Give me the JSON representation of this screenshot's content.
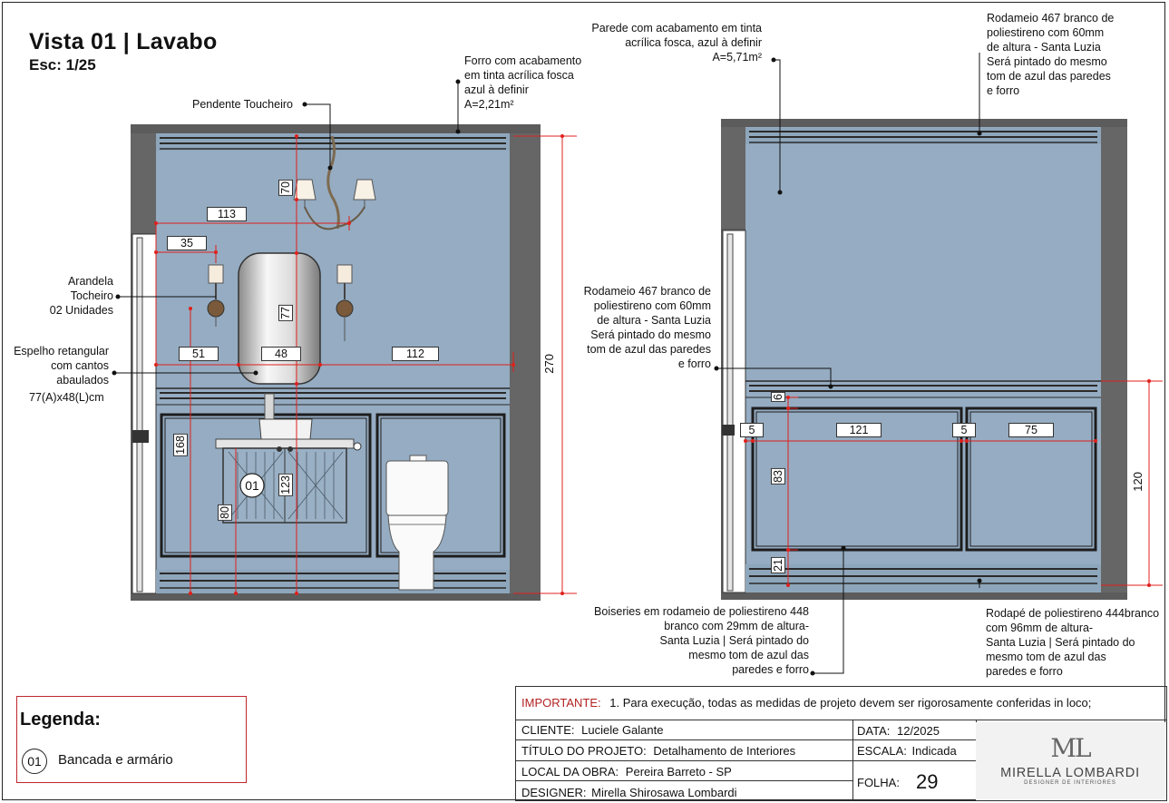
{
  "header": {
    "title": "Vista 01 | Lavabo",
    "scale": "Esc: 1/25"
  },
  "left_view": {
    "notes": {
      "ceiling": [
        "Forro com acabamento",
        "em tinta acrílica fosca",
        "azul à definir",
        "A=2,21m²"
      ],
      "pendant": "Pendente Toucheiro",
      "sconce": [
        "Arandela",
        "Tocheiro",
        "02 Unidades"
      ],
      "mirror": [
        "Espelho  retangular",
        "com cantos",
        "abaulados",
        "77(A)x48(L)cm"
      ],
      "boiseries": [
        "Boiseries em rodameio de poliestireno 448",
        "branco com 29mm de altura-",
        "Santa Luzia | Será pintado do",
        "mesmo tom de azul das",
        "paredes e forro"
      ]
    },
    "dims": {
      "d70": "70",
      "d113": "113",
      "d35": "35",
      "d77": "77",
      "d51": "51",
      "d48": "48",
      "d112": "112",
      "d168": "168",
      "d123": "123",
      "d80": "80",
      "d270": "270"
    },
    "cabinet_tag": "01"
  },
  "right_view": {
    "notes": {
      "wall": [
        "Parede com acabamento em  tinta",
        "acrílica fosca, azul à definir",
        "A=5,71m²"
      ],
      "top_rail": [
        "Rodameio 467 branco de",
        "poliestireno com 60mm",
        "de altura - Santa Luzia",
        "Será pintado do mesmo",
        "tom de azul das paredes",
        "e forro"
      ],
      "mid_rail": [
        "Rodameio 467 branco de",
        "poliestireno com 60mm",
        "de altura - Santa Luzia",
        "Será pintado do mesmo",
        "tom de azul das paredes",
        "e forro"
      ],
      "baseboard": [
        "Rodapé de poliestireno 444branco",
        "com 96mm de altura-",
        "Santa Luzia | Será pintado do",
        "mesmo tom de azul das",
        "paredes e forro"
      ]
    },
    "dims": {
      "d6": "6",
      "d5a": "5",
      "d121": "121",
      "d5b": "5",
      "d75": "75",
      "d83": "83",
      "d21": "21",
      "d120": "120"
    }
  },
  "legend": {
    "title": "Legenda:",
    "tag": "01",
    "item": "Bancada e armário"
  },
  "title_block": {
    "important_label": "IMPORTANTE:",
    "important_text": "1. Para execução, todas as medidas de projeto devem ser rigorosamente conferidas in loco;",
    "client_label": "CLIENTE:",
    "client": "Luciele Galante",
    "project_label": "TÍTULO DO PROJETO:",
    "project": "Detalhamento de Interiores",
    "site_label": "LOCAL DA OBRA:",
    "site": "Pereira Barreto - SP",
    "designer_label": "DESIGNER:",
    "designer": "Mirella Shirosawa Lombardi",
    "date_label": "DATA:",
    "date": "12/2025",
    "scale_label": "ESCALA:",
    "scale": "Indicada",
    "sheet_label": "FOLHA:",
    "sheet": "29",
    "logo_mark": "ML",
    "logo_name": "MIRELLA LOMBARDI",
    "logo_sub": "DESIGNER DE INTERIORES"
  },
  "colors": {
    "wall": "#95acc2",
    "frame": "#5a5a5a",
    "dim_line": "#e0201c",
    "important": "#b22222"
  }
}
